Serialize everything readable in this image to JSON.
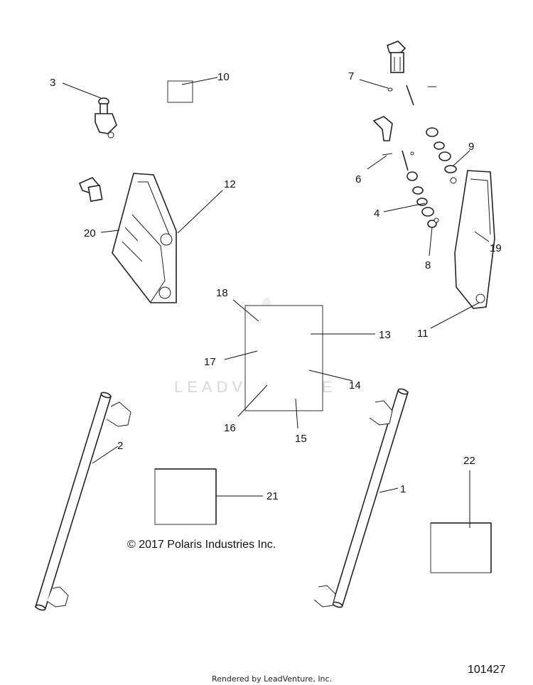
{
  "callouts": {
    "c1": "1",
    "c2": "2",
    "c3": "3",
    "c4": "4",
    "c6": "6",
    "c7": "7",
    "c8": "8",
    "c9": "9",
    "c10": "10",
    "c11": "11",
    "c12": "12",
    "c13": "13",
    "c14": "14",
    "c15": "15",
    "c16": "16",
    "c17": "17",
    "c18": "18",
    "c19": "19",
    "c20": "20",
    "c21": "21",
    "c22": "22"
  },
  "copyright": "© 2017 Polaris Industries Inc.",
  "watermark": "LEADVENTURE",
  "render_note": "Rendered by LeadVenture, Inc.",
  "diagram_number": "101427",
  "colors": {
    "line": "#111111",
    "watermark": "#d8d8d8",
    "background": "#ffffff"
  }
}
